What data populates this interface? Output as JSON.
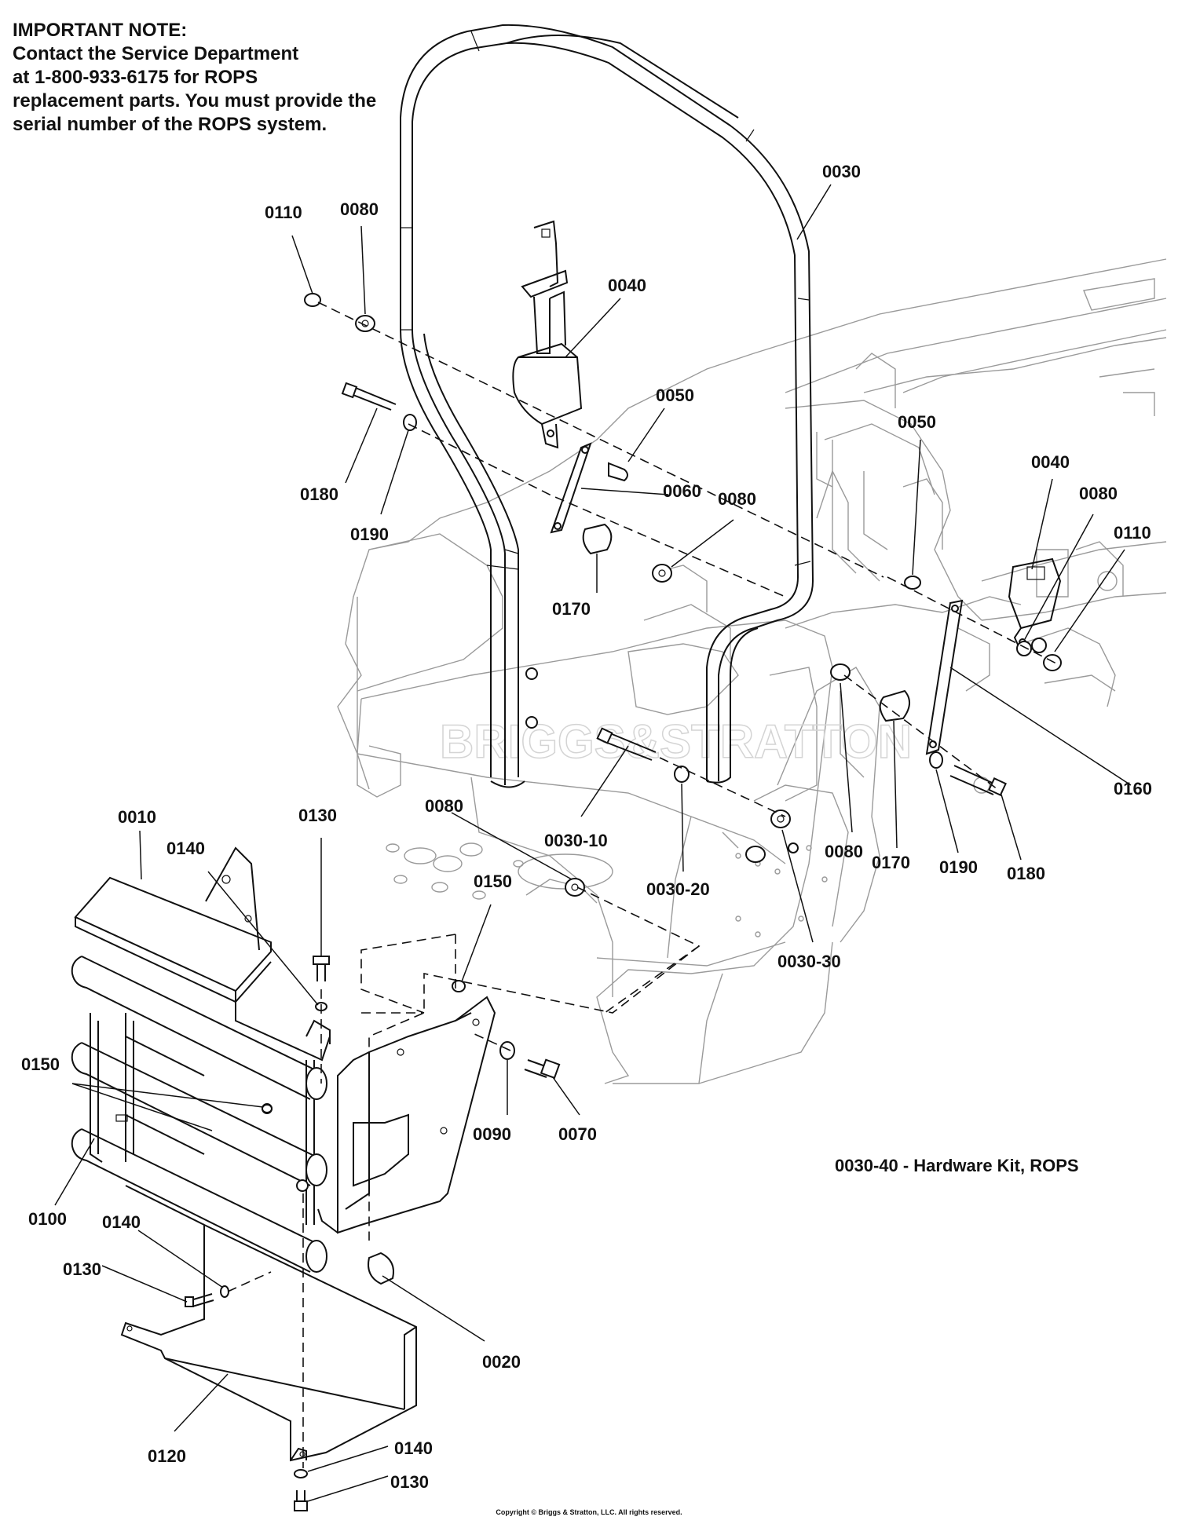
{
  "note": {
    "lines": [
      "IMPORTANT NOTE:",
      "Contact the Service Department",
      "at 1-800-933-6175 for ROPS",
      "replacement parts.  You must provide the",
      "serial number of the ROPS system."
    ]
  },
  "watermark": "BRIGGS&STRATTON",
  "kit_label": "0030-40 - Hardware Kit, ROPS",
  "copyright": "Copyright © Briggs & Stratton, LLC. All rights reserved.",
  "callouts": [
    {
      "id": "0030",
      "text": "0030"
    },
    {
      "id": "0110-a",
      "text": "0110"
    },
    {
      "id": "0080-a",
      "text": "0080"
    },
    {
      "id": "0040-a",
      "text": "0040"
    },
    {
      "id": "0050-a",
      "text": "0050"
    },
    {
      "id": "0060",
      "text": "0060"
    },
    {
      "id": "0080-b",
      "text": "0080"
    },
    {
      "id": "0180-a",
      "text": "0180"
    },
    {
      "id": "0190-a",
      "text": "0190"
    },
    {
      "id": "0170-a",
      "text": "0170"
    },
    {
      "id": "0050-b",
      "text": "0050"
    },
    {
      "id": "0040-b",
      "text": "0040"
    },
    {
      "id": "0080-c",
      "text": "0080"
    },
    {
      "id": "0110-b",
      "text": "0110"
    },
    {
      "id": "0160",
      "text": "0160"
    },
    {
      "id": "0080-d",
      "text": "0080"
    },
    {
      "id": "0170-b",
      "text": "0170"
    },
    {
      "id": "0190-b",
      "text": "0190"
    },
    {
      "id": "0180-b",
      "text": "0180"
    },
    {
      "id": "0030-10",
      "text": "0030-10"
    },
    {
      "id": "0030-20",
      "text": "0030-20"
    },
    {
      "id": "0030-30",
      "text": "0030-30"
    },
    {
      "id": "0080-e",
      "text": "0080"
    },
    {
      "id": "0010",
      "text": "0010"
    },
    {
      "id": "0140-a",
      "text": "0140"
    },
    {
      "id": "0130-a",
      "text": "0130"
    },
    {
      "id": "0150-a",
      "text": "0150"
    },
    {
      "id": "0150-b",
      "text": "0150"
    },
    {
      "id": "0090",
      "text": "0090"
    },
    {
      "id": "0070",
      "text": "0070"
    },
    {
      "id": "0100",
      "text": "0100"
    },
    {
      "id": "0140-b",
      "text": "0140"
    },
    {
      "id": "0130-b",
      "text": "0130"
    },
    {
      "id": "0020",
      "text": "0020"
    },
    {
      "id": "0120",
      "text": "0120"
    },
    {
      "id": "0140-c",
      "text": "0140"
    },
    {
      "id": "0130-c",
      "text": "0130"
    }
  ]
}
